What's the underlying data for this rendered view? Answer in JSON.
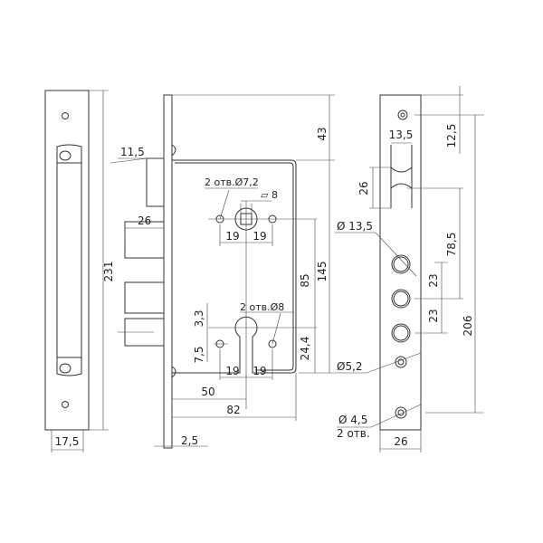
{
  "front_plate": {
    "height": "231",
    "width": "17,5"
  },
  "lock_body": {
    "latch_projection": "11,5",
    "bolt_projection": "26",
    "top_offset": "43",
    "height": "145",
    "follower_to_key": "85",
    "key_to_bottom": "24,4",
    "follower_holes": "2 отв.Ø7,2",
    "follower_square": "▱ 8",
    "follower_spacing_left": "19",
    "follower_spacing_right": "19",
    "cylinder_holes": "2 отв.Ø8",
    "cylinder_offset": "3,3",
    "cylinder_hole_offset": "7,5",
    "cylinder_spacing_left": "19",
    "cylinder_spacing_right": "19",
    "backset": "50",
    "depth": "82",
    "plate_thickness": "2,5"
  },
  "strike_plate": {
    "latch_width": "13,5",
    "latch_height": "26",
    "top_hole_offset": "12,5",
    "latch_to_bolt": "78,5",
    "bolt_hole_diameter": "Ø 13,5",
    "bolt_spacing_1": "23",
    "bolt_spacing_2": "23",
    "total_hole_span": "206",
    "screw_hole": "Ø5,2",
    "bottom_holes": "Ø 4,5",
    "bottom_holes_count": "2 отв.",
    "width": "26"
  }
}
